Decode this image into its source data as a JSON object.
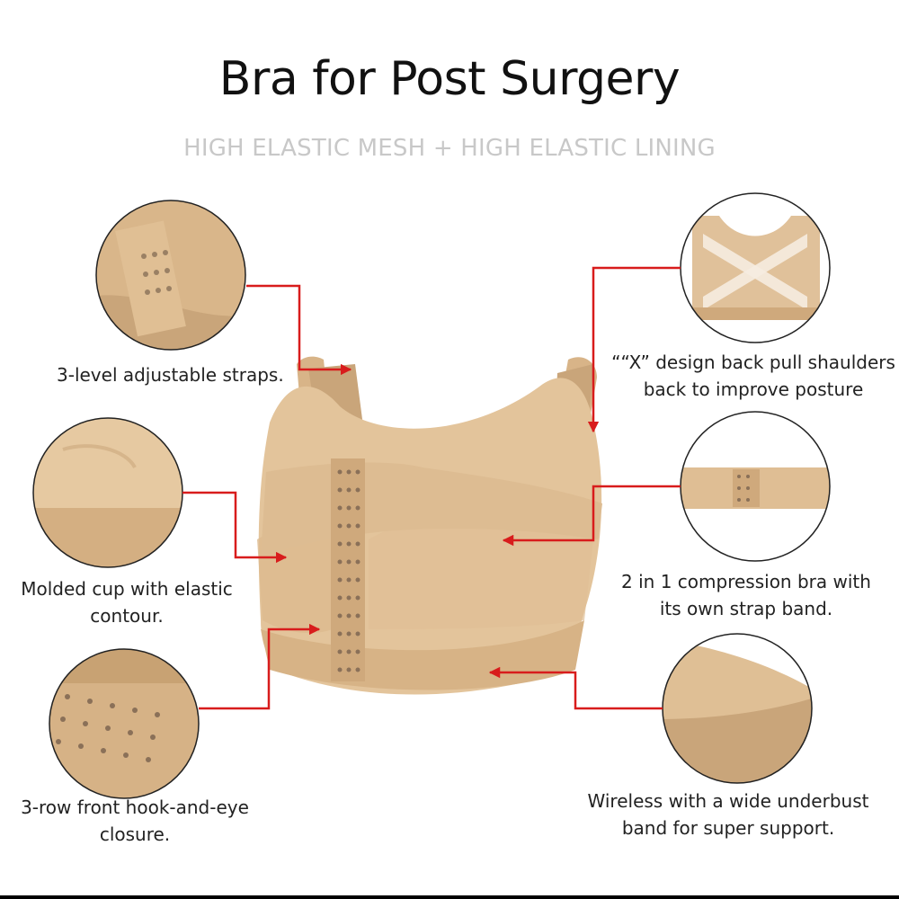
{
  "title": "Bra for Post Surgery",
  "subtitle": "HIGH ELASTIC MESH + HIGH ELASTIC LINING",
  "features": {
    "straps": "3-level adjustable straps.",
    "x_design_line1": "““X” design back  pull shaulders",
    "x_design_line2": "back to improve posture",
    "molded_line1": "Molded cup with elastic",
    "molded_line2": "contour.",
    "compression_line1": "2 in 1 compression bra with",
    "compression_line2": "its own strap band.",
    "closure_line1": "3-row front hook-and-eye",
    "closure_line2": "closure.",
    "wireless_line1": "Wireless with a wide underbust",
    "wireless_line2": "band for super support."
  },
  "colors": {
    "arrow": "#d81c1c",
    "fabric": "#e3c49b",
    "fabric_shadow": "#c9a57a",
    "circle_border": "#222222"
  },
  "icons": [
    "arrow-icon"
  ]
}
